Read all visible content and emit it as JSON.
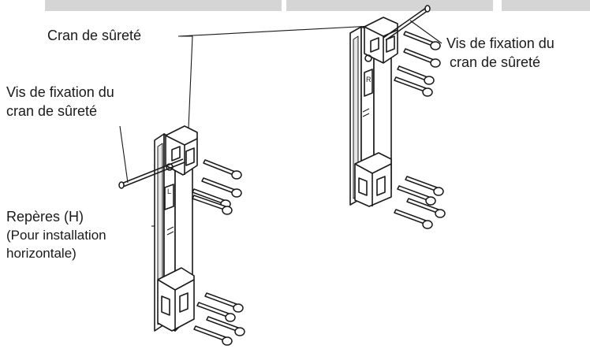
{
  "labels": {
    "safety_notch": "Cran de sûreté",
    "screw_right_1": "Vis de fixation du",
    "screw_right_2": "cran de sûreté",
    "screw_left_1": "Vis de fixation du",
    "screw_left_2": "cran de sûreté",
    "marks_1": "Repères (H)",
    "marks_2": "(Pour installation",
    "marks_3": "horizontale)",
    "bracket_left_letter": "L",
    "bracket_right_letter": "R"
  },
  "colors": {
    "line": "#1a1a1a",
    "bar": "#d5d5d5"
  }
}
